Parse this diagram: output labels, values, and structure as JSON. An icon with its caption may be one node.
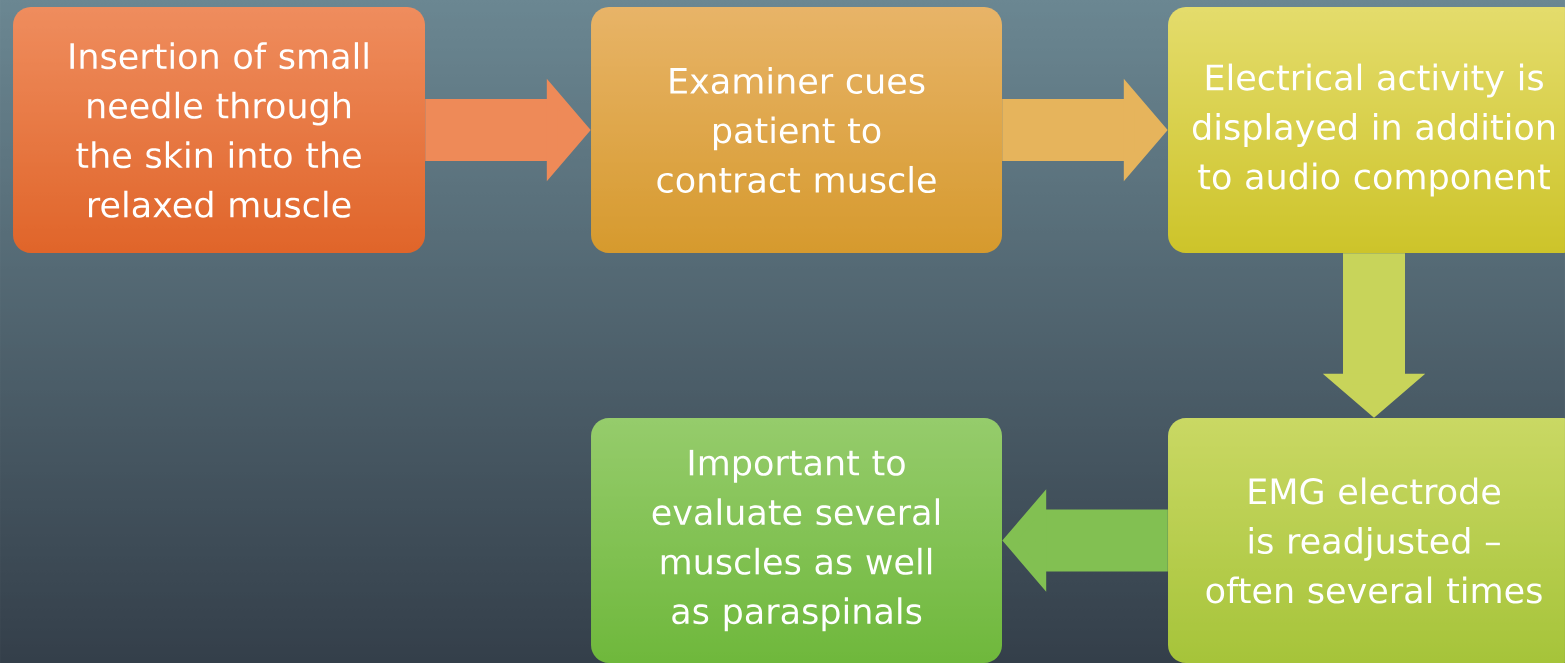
{
  "diagram": {
    "nodes": [
      {
        "text": [
          "Insertion of small needle through the skin into the relaxed muscle"
        ]
      },
      {
        "text": [
          "Examiner cues patient to contract muscle"
        ]
      },
      {
        "text": [
          "Electrical activity is displayed in addition to audio component"
        ]
      },
      {
        "text": [
          "EMG electrode is readjusted – often several times"
        ]
      },
      {
        "text": [
          "Important to evaluate several muscles as well as paraspinals"
        ]
      }
    ],
    "edges": [
      {
        "from": 0,
        "to": 1,
        "arrow": "to",
        "color": "#ee8a58"
      },
      {
        "from": 1,
        "to": 2,
        "arrow": "to",
        "color": "#e6b45c"
      },
      {
        "from": 2,
        "to": 3,
        "arrow": "to",
        "color": "#c8d45a"
      },
      {
        "from": 3,
        "to": 4,
        "arrow": "to",
        "color": "#82c052"
      }
    ]
  }
}
